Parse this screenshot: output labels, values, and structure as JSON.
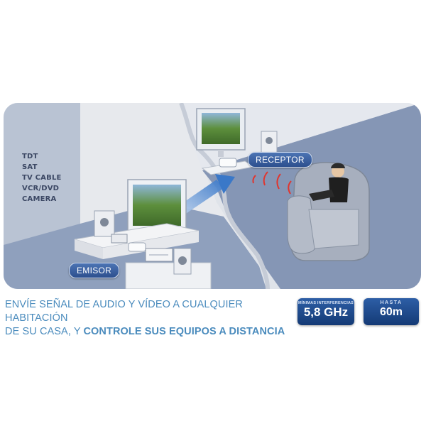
{
  "scene": {
    "sources": [
      "TDT",
      "SAT",
      "TV CABLE",
      "VCR/DVD",
      "CAMERA"
    ],
    "receptor_label": "RECEPTOR",
    "emisor_label": "EMISOR"
  },
  "caption": {
    "line1": "ENVÍE SEÑAL DE AUDIO Y VÍDEO A CUALQUIER HABITACIÓN",
    "line2_regular": "DE SU CASA, Y ",
    "line2_bold": "CONTROLE SUS EQUIPOS A DISTANCIA"
  },
  "badges": {
    "frequency": {
      "small": "MÍNIMAS INTERFERENCIAS",
      "big": "5,8 GHz"
    },
    "range": {
      "small": "HASTA",
      "big": "60m"
    }
  },
  "colors": {
    "panel_blue": "#8ea0bd",
    "caption_blue": "#4a8bbd",
    "badge_blue": "#1f4a8a"
  }
}
